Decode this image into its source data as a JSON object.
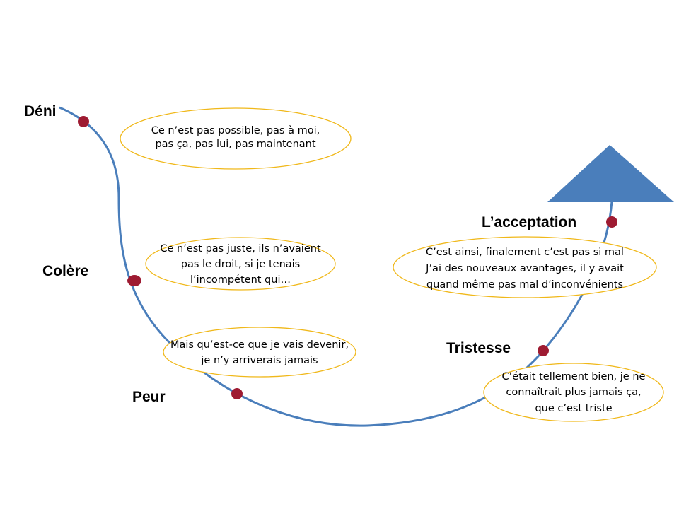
{
  "colors": {
    "curve": "#4a7ebb",
    "point": "#9e1b32",
    "bubble_border": "#f0b81a",
    "arrow": "#4a7ebb"
  },
  "stages": [
    {
      "label": "Déni"
    },
    {
      "label": "Colère"
    },
    {
      "label": "Peur"
    },
    {
      "label": "Tristesse"
    },
    {
      "label": "L’acceptation"
    }
  ],
  "bubbles": [
    {
      "lines": [
        "Ce n’est pas possible, pas à moi,",
        "pas ça, pas lui,  pas maintenant"
      ]
    },
    {
      "lines": [
        "Ce n’est pas juste, ils n’avaient",
        "pas le droit, si je tenais",
        "l’incompétent qui…"
      ]
    },
    {
      "lines": [
        "Mais qu’est-ce que je vais devenir,",
        "je n’y arriverais jamais"
      ]
    },
    {
      "lines": [
        "C’était tellement bien, je ne",
        "connaîtrait plus jamais ça,",
        "que c’est triste"
      ]
    },
    {
      "lines": [
        "C’est  ainsi, finalement c’est pas si mal",
        "J’ai des nouveaux avantages, il y avait",
        "quand même pas mal d’inconvénients"
      ]
    }
  ]
}
